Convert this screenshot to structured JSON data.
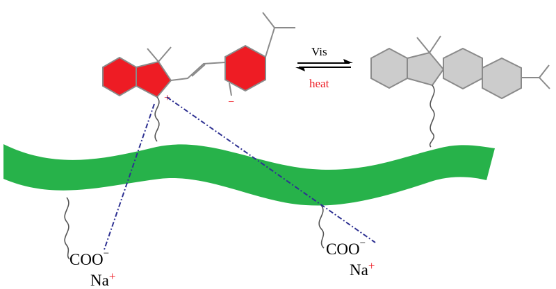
{
  "labels": {
    "forward_arrow": "Vis",
    "reverse_arrow": "heat",
    "charge_plus": "+",
    "charge_minus": "−",
    "carboxylate_left": "COO",
    "carboxylate_left_charge": "−",
    "counterion_left": "Na",
    "counterion_left_charge": "+",
    "carboxylate_right": "COO",
    "carboxylate_right_charge": "−",
    "counterion_right": "Na",
    "counterion_right_charge": "+"
  },
  "colors": {
    "ribbon": "#27b24a",
    "open_form_fill": "#ee1c24",
    "closed_form_fill": "#cccccc",
    "structure_stroke": "#8a8a8a",
    "interaction_lines": "#2e3192",
    "heat_text": "#ed1c24",
    "text": "#000000"
  }
}
